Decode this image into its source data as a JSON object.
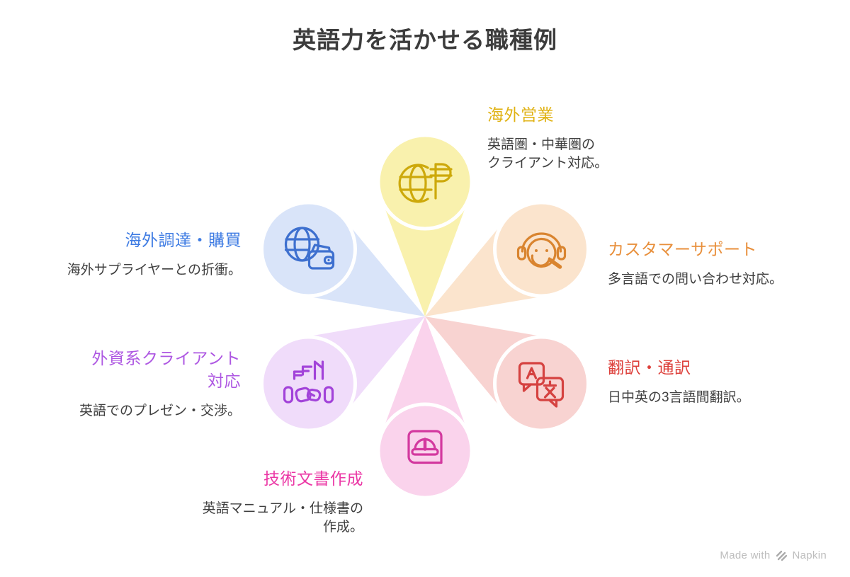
{
  "title": "英語力を活かせる職種例",
  "colors": {
    "background": "#FFFFFF",
    "title_text": "#3C3C3C",
    "body_text": "#3F3F3F",
    "watermark_text": "#BDBDBD",
    "watermark_logo": "#ABABAB",
    "circle_ring": "#FFFFFF"
  },
  "petals": {
    "overseas_sales": {
      "label": "海外営業",
      "desc_line1": "英語圏・中華圏の",
      "desc_line2": "クライアント対応。",
      "heading_color": "#E0B214",
      "fill": "#F9F1AD",
      "icon_color": "#CDA90B",
      "icon": "globe-currency-icon"
    },
    "customer_support": {
      "label": "カスタマーサポート",
      "desc_line1": "多言語での問い合わせ対応。",
      "heading_color": "#E88F3B",
      "fill": "#FBE4CD",
      "icon_color": "#D9842F",
      "icon": "headset-agent-icon"
    },
    "translation": {
      "label": "翻訳・通訳",
      "desc_line1": "日中英の3言語間翻訳。",
      "heading_color": "#DD403B",
      "fill": "#F8D3D1",
      "icon_color": "#D54240",
      "icon": "translation-bubbles-icon"
    },
    "technical_writing": {
      "label": "技術文書作成",
      "desc_line1": "英語マニュアル・仕様書の",
      "desc_line2": "作成。",
      "heading_color": "#EB37A5",
      "fill": "#FAD3EC",
      "icon_color": "#D3399F",
      "icon": "manual-book-icon"
    },
    "foreign_clients": {
      "label_line1": "外資系クライアント",
      "label_line2": "対応",
      "desc_line1": "英語でのプレゼン・交渉。",
      "heading_color": "#AE58E2",
      "fill": "#F0DCFA",
      "icon_color": "#A243D9",
      "icon": "handshake-building-icon"
    },
    "procurement": {
      "label": "海外調達・購買",
      "desc_line1": "海外サプライヤーとの折衝。",
      "heading_color": "#3F7CE3",
      "fill": "#D9E4F9",
      "icon_color": "#3E70CF",
      "icon": "globe-wallet-icon"
    }
  },
  "watermark": {
    "prefix": "Made with",
    "brand": "Napkin"
  }
}
